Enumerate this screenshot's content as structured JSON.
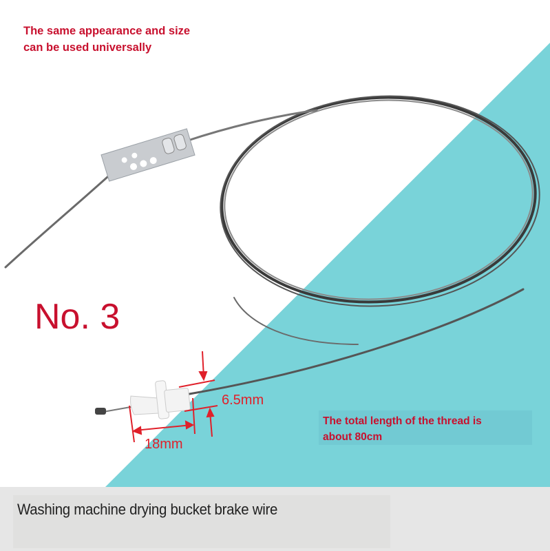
{
  "top_note": {
    "line1": "The same appearance and size",
    "line2": "can be used universally"
  },
  "model_label": "No. 3",
  "dimensions": {
    "diameter": "6.5mm",
    "length": "18mm"
  },
  "length_note": {
    "line1": "The total length of the thread is",
    "line2": "about 80cm"
  },
  "footer": {
    "title": "Washing machine drying bucket brake wire"
  },
  "colors": {
    "accent_red": "#c8102e",
    "background_teal": "#79d3d9",
    "footer_gray": "#e6e6e6"
  }
}
